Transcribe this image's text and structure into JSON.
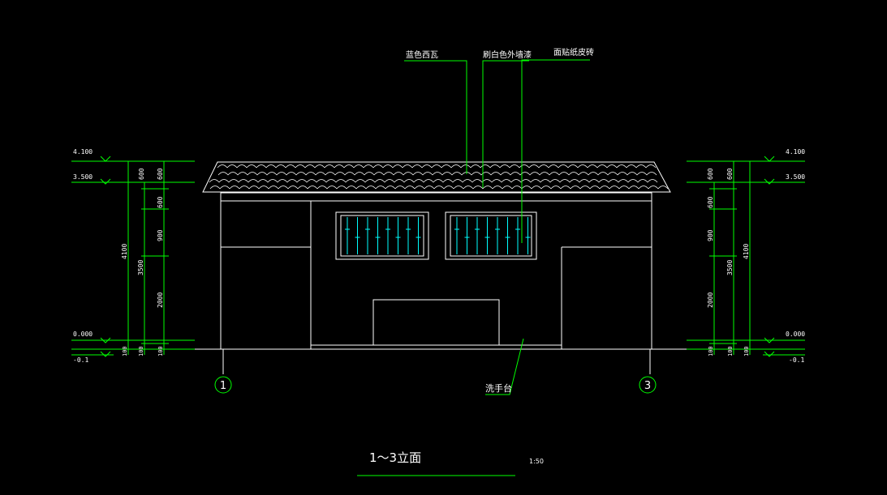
{
  "drawing": {
    "title": "1～3立面",
    "scale": "1:50",
    "callouts": {
      "roof_tile": "蓝色西瓦",
      "wall_paint": "刷白色外墙漆",
      "wall_tile": "面贴纸皮砖",
      "wash_basin": "洗手台"
    },
    "axis_labels": {
      "left": "1",
      "right": "3"
    },
    "levels": {
      "top": "4.100",
      "eave": "3.500",
      "floor": "0.000",
      "ground": "-0.1"
    },
    "dimensions": {
      "seg_600_a": "600",
      "seg_600_b": "600",
      "seg_900": "900",
      "seg_2000": "2000",
      "seg_100": "100",
      "total_3500": "3500",
      "total_4100": "4100"
    }
  },
  "colors": {
    "background": "#000000",
    "outline": "#ffffff",
    "dimension": "#00ff00",
    "window_bars": "#00ffff"
  }
}
